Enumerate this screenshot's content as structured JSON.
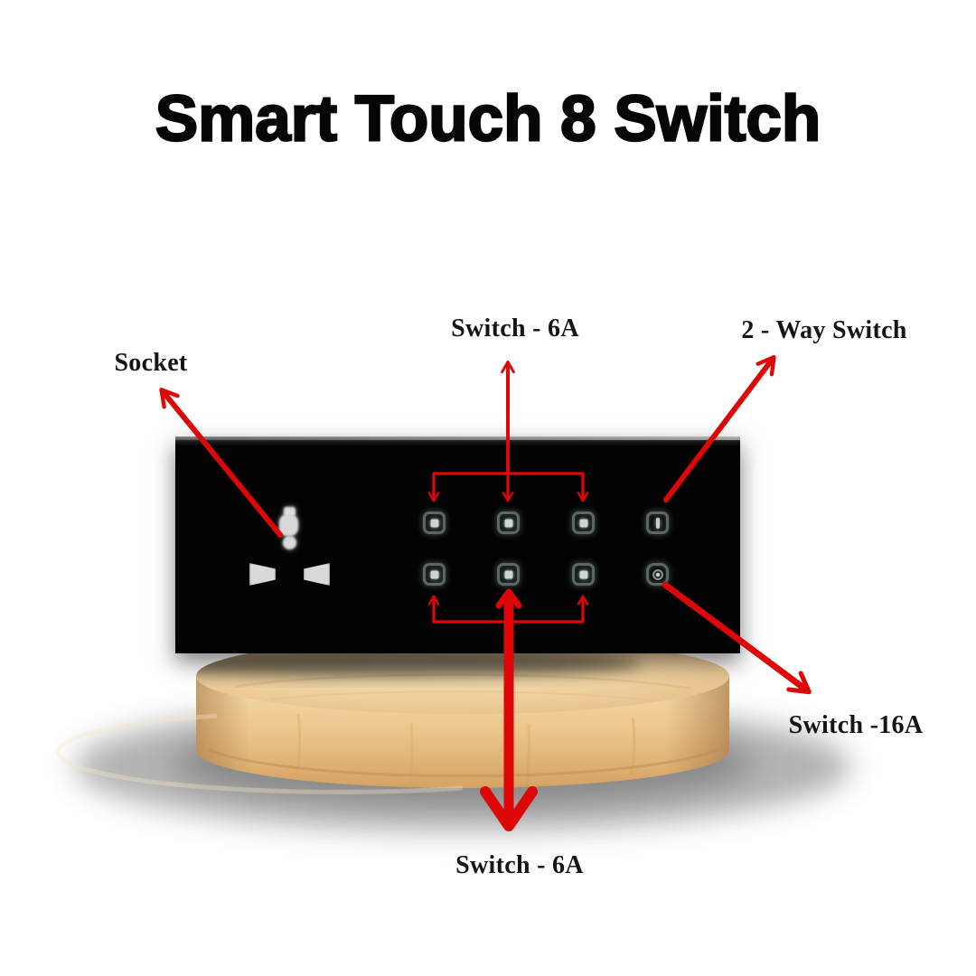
{
  "title": "Smart Touch 8 Switch",
  "colors": {
    "accent_red": "#dd0707",
    "panel_black": "#030303",
    "wood_light": "#f2d9a9",
    "wood_dark": "#d7a766",
    "text_dark": "#151515",
    "background": "#ffffff",
    "button_glow": "#ccd4d4"
  },
  "annotations": {
    "socket": {
      "label": "Socket"
    },
    "switch_6a_top": {
      "label": "Switch - 6A"
    },
    "two_way_switch": {
      "label": "2 - Way Switch"
    },
    "switch_16a": {
      "label": "Switch -16A"
    },
    "switch_6a_bottom": {
      "label": "Switch - 6A"
    }
  },
  "device": {
    "touch_buttons": {
      "rows": 2,
      "per_row": 4,
      "total": 8
    }
  }
}
